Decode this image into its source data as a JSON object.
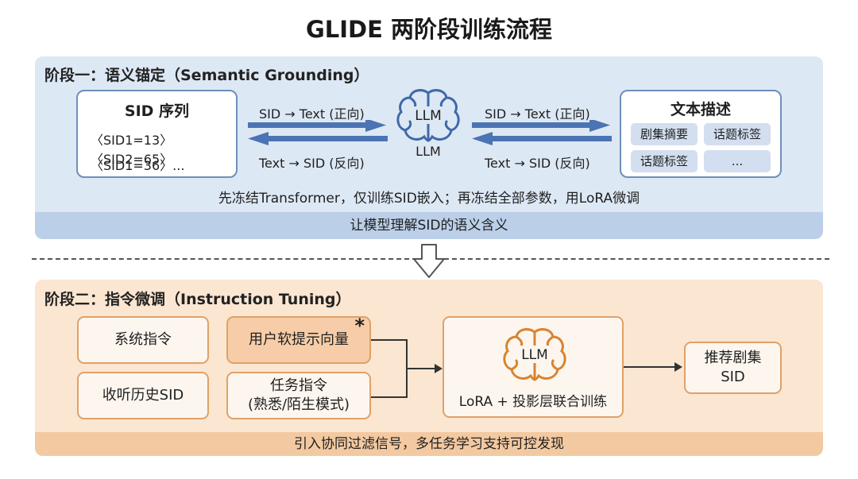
{
  "title": "GLIDE 两阶段训练流程",
  "stage1": {
    "title": "阶段一：语义锚定（Semantic Grounding）",
    "sid_box": {
      "heading": "SID 序列",
      "line1": "〈SID1=13〉〈SID2=65〉",
      "line2": "〈SID1=36〉..."
    },
    "left_arrow_top": "SID → Text (正向)",
    "left_arrow_bottom": "Text → SID (反向)",
    "llm_icon_text": "LLM",
    "llm_label": "LLM",
    "right_arrow_top": "SID → Text (正向)",
    "right_arrow_bottom": "Text → SID (反向)",
    "desc_box": {
      "heading": "文本描述",
      "tags": [
        "剧集摘要",
        "话题标签",
        "话题标签",
        "..."
      ]
    },
    "note": "先冻结Transformer，仅训练SID嵌入；再冻结全部参数，用LoRA微调",
    "footer": "让模型理解SID的语义含义"
  },
  "stage2": {
    "title": "阶段二：指令微调（Instruction Tuning）",
    "system_instruction": "系统指令",
    "listen_history": "收听历史SID",
    "soft_prompt": "用户软提示向量",
    "star": "*",
    "task_instruction_line1": "任务指令",
    "task_instruction_line2": "(熟悉/陌生模式)",
    "llm_icon_text": "LLM",
    "llm_caption": "LoRA + 投影层联合训练",
    "output_line1": "推荐剧集",
    "output_line2": "SID",
    "footer": "引入协同过滤信号，多任务学习支持可控发现"
  },
  "colors": {
    "stage1_bg": "#dde8f5",
    "stage1_footer": "#bccfe8",
    "stage1_border": "#6e8fb8",
    "stage2_bg": "#fbe6d2",
    "stage2_footer": "#f3c9a1",
    "stage2_border": "#e0a168"
  },
  "icons": [
    "brain-icon",
    "down-arrow-icon"
  ]
}
